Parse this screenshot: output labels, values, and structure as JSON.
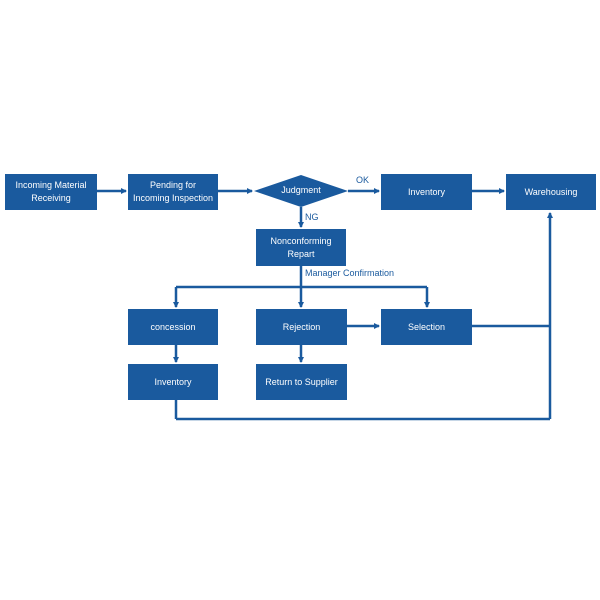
{
  "diagram": {
    "colors": {
      "node_fill": "#1a5a9e",
      "connector": "#1a5a9e",
      "node_text": "#ffffff",
      "edge_label_text": "#1a5a9e"
    },
    "nodes": {
      "incoming_material_receiving": {
        "line1": "Incoming Material",
        "line2": "Receiving"
      },
      "pending_for_incoming_inspection": {
        "line1": "Pending for",
        "line2": "Incoming Inspection"
      },
      "judgment": {
        "label": "Judgment"
      },
      "inventory_top": {
        "label": "Inventory"
      },
      "warehousing": {
        "label": "Warehousing"
      },
      "nonconforming_repart": {
        "line1": "Nonconforming",
        "line2": "Repart"
      },
      "concession": {
        "label": "concession"
      },
      "rejection": {
        "label": "Rejection"
      },
      "selection": {
        "label": "Selection"
      },
      "inventory_bottom": {
        "label": "Inventory"
      },
      "return_to_supplier": {
        "label": "Return to Supplier"
      }
    },
    "edge_labels": {
      "ok": "OK",
      "ng": "NG",
      "manager_confirmation": "Manager Confirmation"
    }
  }
}
